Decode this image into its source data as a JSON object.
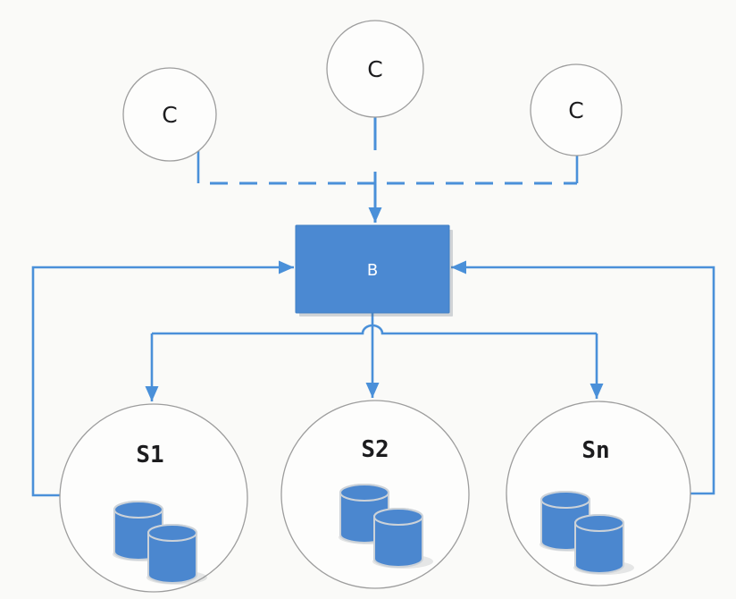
{
  "diagram": {
    "clients": [
      {
        "id": "client-left",
        "label": "C"
      },
      {
        "id": "client-center",
        "label": "C"
      },
      {
        "id": "client-right",
        "label": "C"
      }
    ],
    "broker": {
      "label": "B"
    },
    "servers": [
      {
        "id": "server-1",
        "label": "S1",
        "icon": "database-cylinder-icon",
        "icon_count": 2
      },
      {
        "id": "server-2",
        "label": "S2",
        "icon": "database-cylinder-icon",
        "icon_count": 2
      },
      {
        "id": "server-n",
        "label": "Sn",
        "icon": "database-cylinder-icon",
        "icon_count": 2
      }
    ],
    "colors": {
      "line": "#4a90d9",
      "box_fill": "#4b89d2",
      "box_stroke": "#3f7ec4",
      "cylinder_fill": "#4b87cf",
      "cylinder_rim": "#ccd2d8",
      "circle_stroke": "#9d9d9d",
      "node_fill": "#fdfdfc",
      "background": "#fafaf8",
      "label_dark": "#1c1c1e",
      "label_light": "#ffffff"
    }
  }
}
